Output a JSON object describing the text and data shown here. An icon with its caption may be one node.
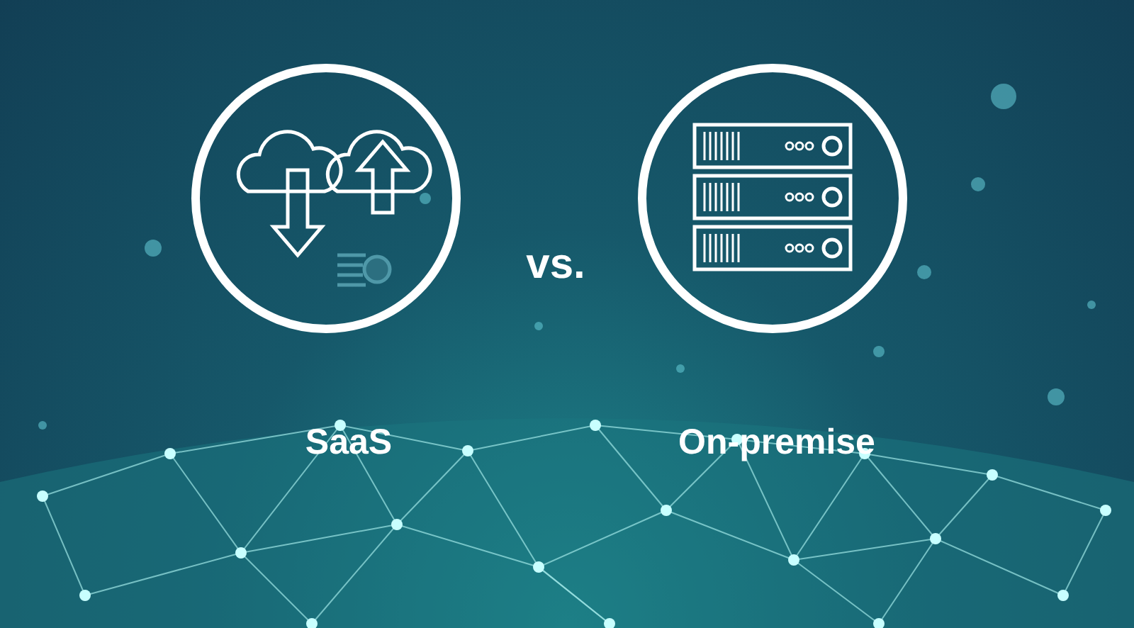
{
  "diagram": {
    "nodes": [
      {
        "text": [
          "SaaS"
        ]
      },
      {
        "text": [
          "On-premise"
        ]
      }
    ],
    "labels": [
      "vs."
    ]
  }
}
